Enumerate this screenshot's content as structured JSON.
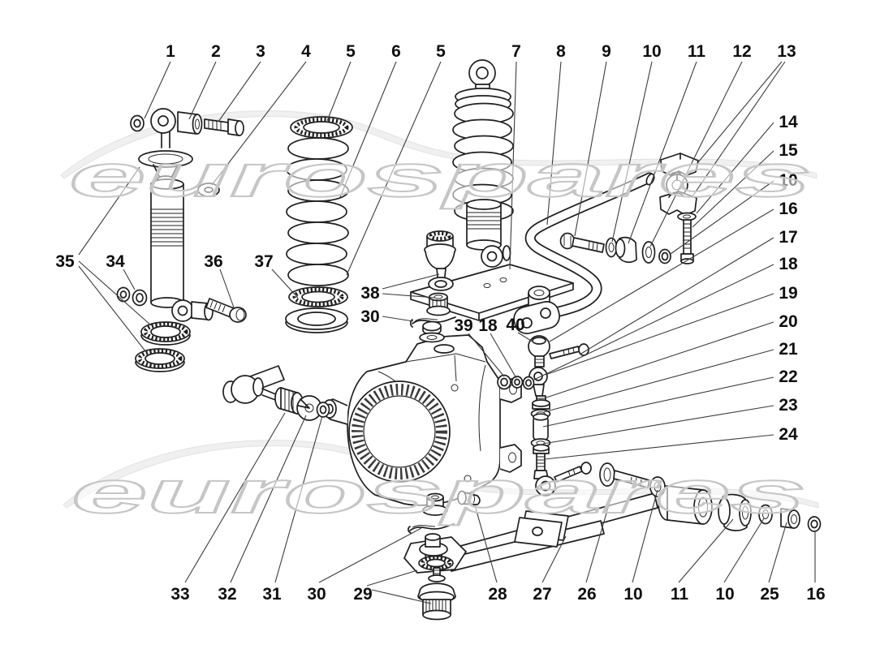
{
  "watermark": {
    "text": "eurospares"
  },
  "callouts": {
    "top": [
      "1",
      "2",
      "3",
      "4",
      "5",
      "6",
      "5",
      "7",
      "8",
      "9",
      "10",
      "11",
      "12",
      "13"
    ],
    "right": [
      "14",
      "15",
      "10",
      "16",
      "17",
      "18",
      "19",
      "20",
      "21",
      "22",
      "23",
      "24"
    ],
    "left": [
      "35",
      "34",
      "36",
      "37"
    ],
    "center": [
      "38",
      "30",
      "39",
      "18",
      "40"
    ],
    "bottom": [
      "33",
      "32",
      "31",
      "30",
      "29",
      "28",
      "27",
      "26",
      "10",
      "11",
      "10",
      "25",
      "16"
    ]
  }
}
